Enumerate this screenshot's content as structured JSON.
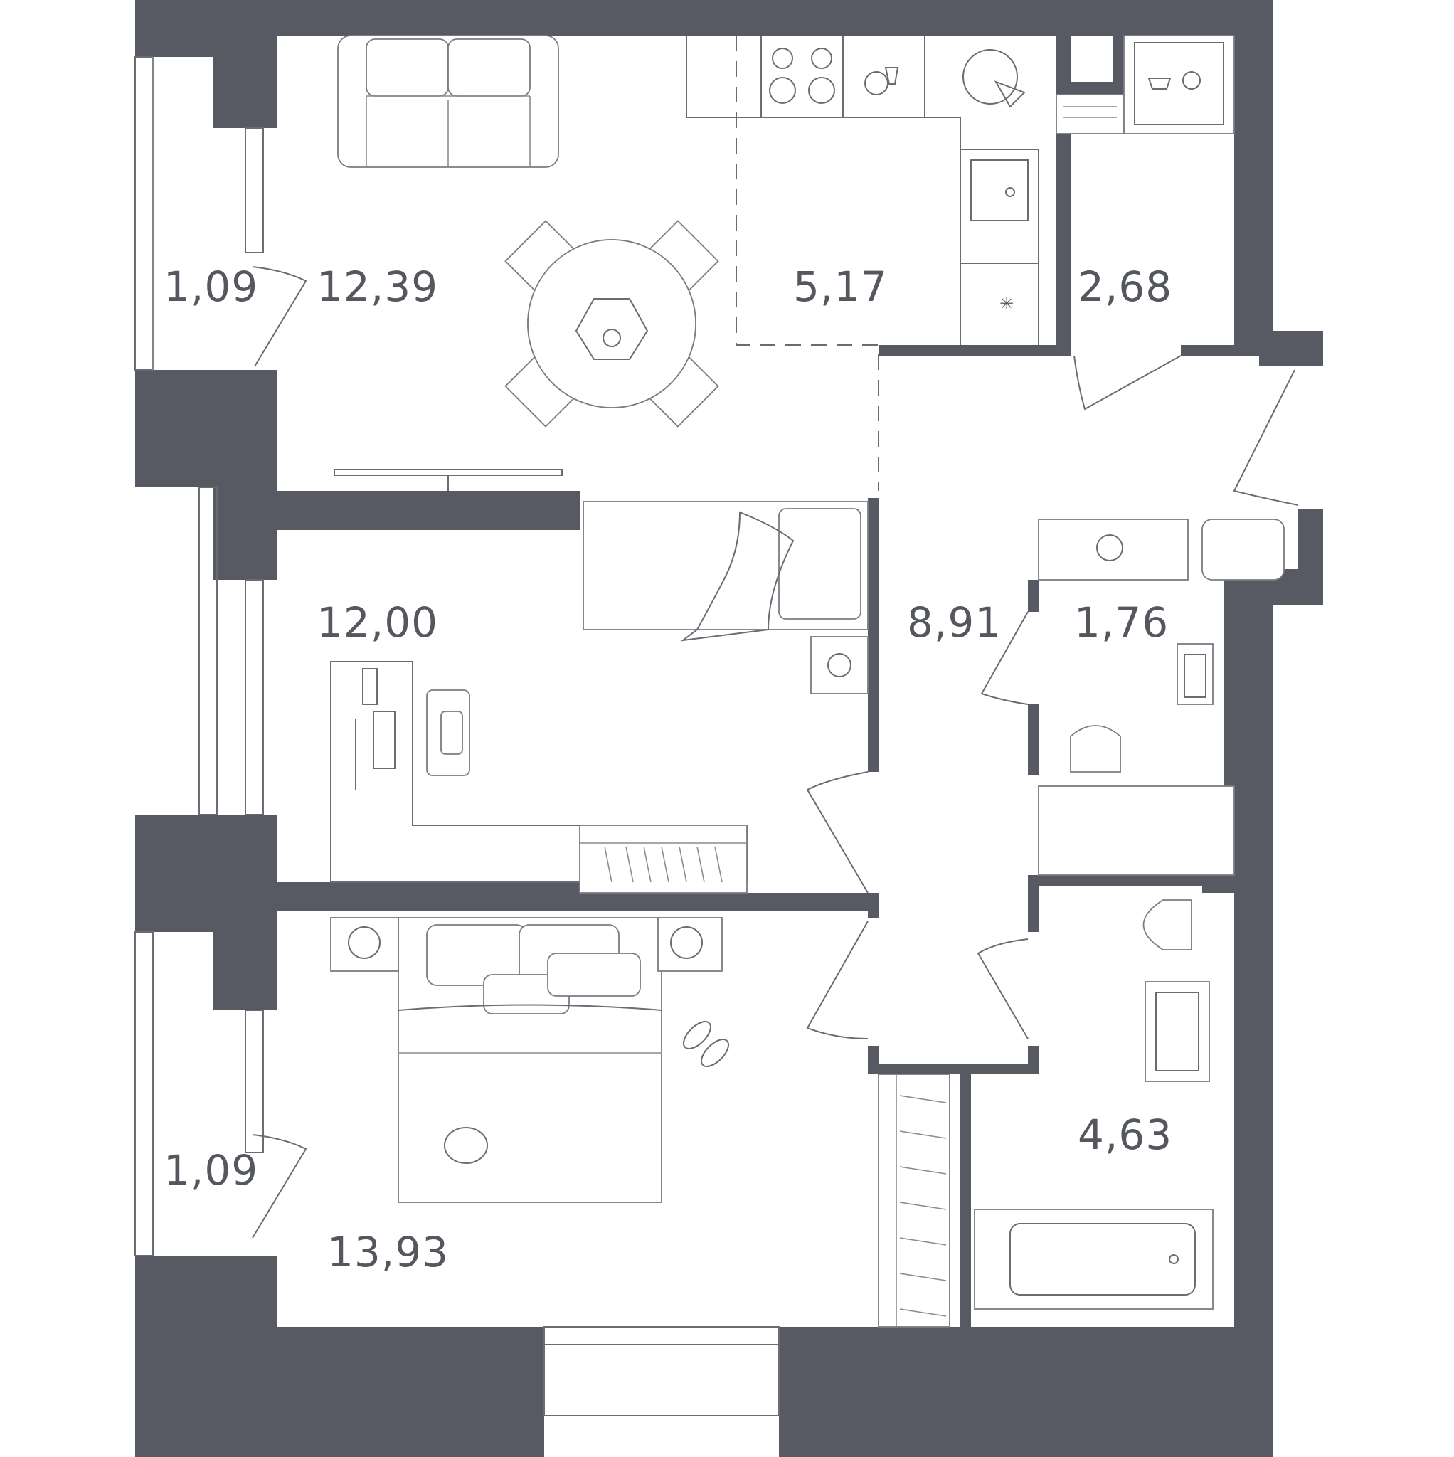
{
  "plan": {
    "wall_color": "#585a63",
    "line_color": "#6a6c74"
  },
  "rooms": [
    {
      "id": "balcony-top",
      "area": "1,09"
    },
    {
      "id": "living-room",
      "area": "12,39"
    },
    {
      "id": "kitchen",
      "area": "5,17"
    },
    {
      "id": "storage",
      "area": "2,68"
    },
    {
      "id": "bedroom-1",
      "area": "12,00"
    },
    {
      "id": "hallway",
      "area": "8,91"
    },
    {
      "id": "wc",
      "area": "1,76"
    },
    {
      "id": "bathroom",
      "area": "4,63"
    },
    {
      "id": "balcony-bottom",
      "area": "1,09"
    },
    {
      "id": "bedroom-2",
      "area": "13,93"
    }
  ]
}
